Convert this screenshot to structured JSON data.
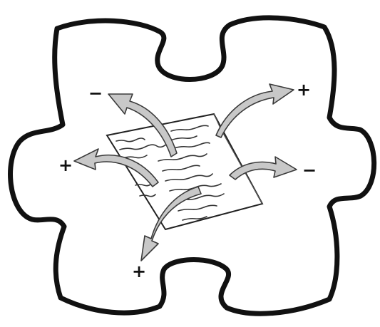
{
  "illustration": {
    "outline_color": "#111111",
    "paper_fill": "#ffffff",
    "arrow_fill": "#c8c8c8",
    "arrow_stroke": "#3a3a3a",
    "arrows": [
      {
        "id": "upper-left",
        "sign": "−",
        "polarity": "negative"
      },
      {
        "id": "upper-right",
        "sign": "+",
        "polarity": "positive"
      },
      {
        "id": "left",
        "sign": "+",
        "polarity": "positive"
      },
      {
        "id": "right",
        "sign": "−",
        "polarity": "negative"
      },
      {
        "id": "bottom",
        "sign": "+",
        "polarity": "positive"
      }
    ]
  }
}
